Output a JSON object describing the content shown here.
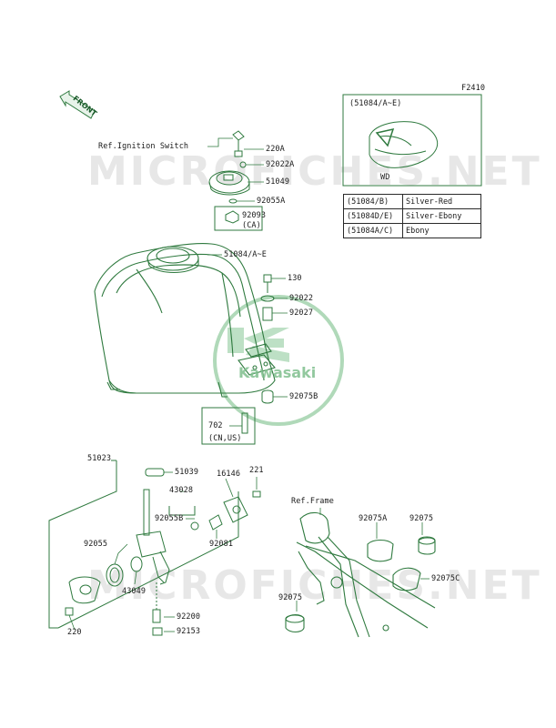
{
  "figure_code": "F2410",
  "front_label": "FRONT",
  "watermarks": [
    "MICROFICHES.NET",
    "MICROFICHES.NET"
  ],
  "brand": {
    "text": "Kawasaki",
    "color": "#7fbf8e"
  },
  "colors": {
    "line": "#2f7a3f",
    "leader": "#2f7a3f",
    "text": "#1a1a1a"
  },
  "labels": {
    "ref_ignition_switch": "Ref.Ignition Switch",
    "ref_frame": "Ref.Frame",
    "inset_title": "(51084/A~E)",
    "inset_wd": "WD",
    "p220A": "220A",
    "p92022A": "92022A",
    "p51049": "51049",
    "p92055A": "92055A",
    "p92093": "92093",
    "p92093_ca": "(CA)",
    "p51084": "51084/A~E",
    "p130": "130",
    "p92022": "92022",
    "p92027": "92027",
    "p92075B": "92075B",
    "p702": "702",
    "p702_cnus": "(CN,US)",
    "p51023": "51023",
    "p51039": "51039",
    "p16146": "16146",
    "p221": "221",
    "p43028": "43028",
    "p92055B": "92055B",
    "p92081": "92081",
    "p92055": "92055",
    "p43049": "43049",
    "p92200": "92200",
    "p92153": "92153",
    "p220": "220",
    "p92075A": "92075A",
    "p92075": "92075",
    "p92075C": "92075C",
    "p92075_b": "92075"
  },
  "color_table": [
    {
      "code": "(51084/B)",
      "color": "Silver-Red"
    },
    {
      "code": "(51084D/E)",
      "color": "Silver-Ebony"
    },
    {
      "code": "(51084A/C)",
      "color": "Ebony"
    }
  ]
}
